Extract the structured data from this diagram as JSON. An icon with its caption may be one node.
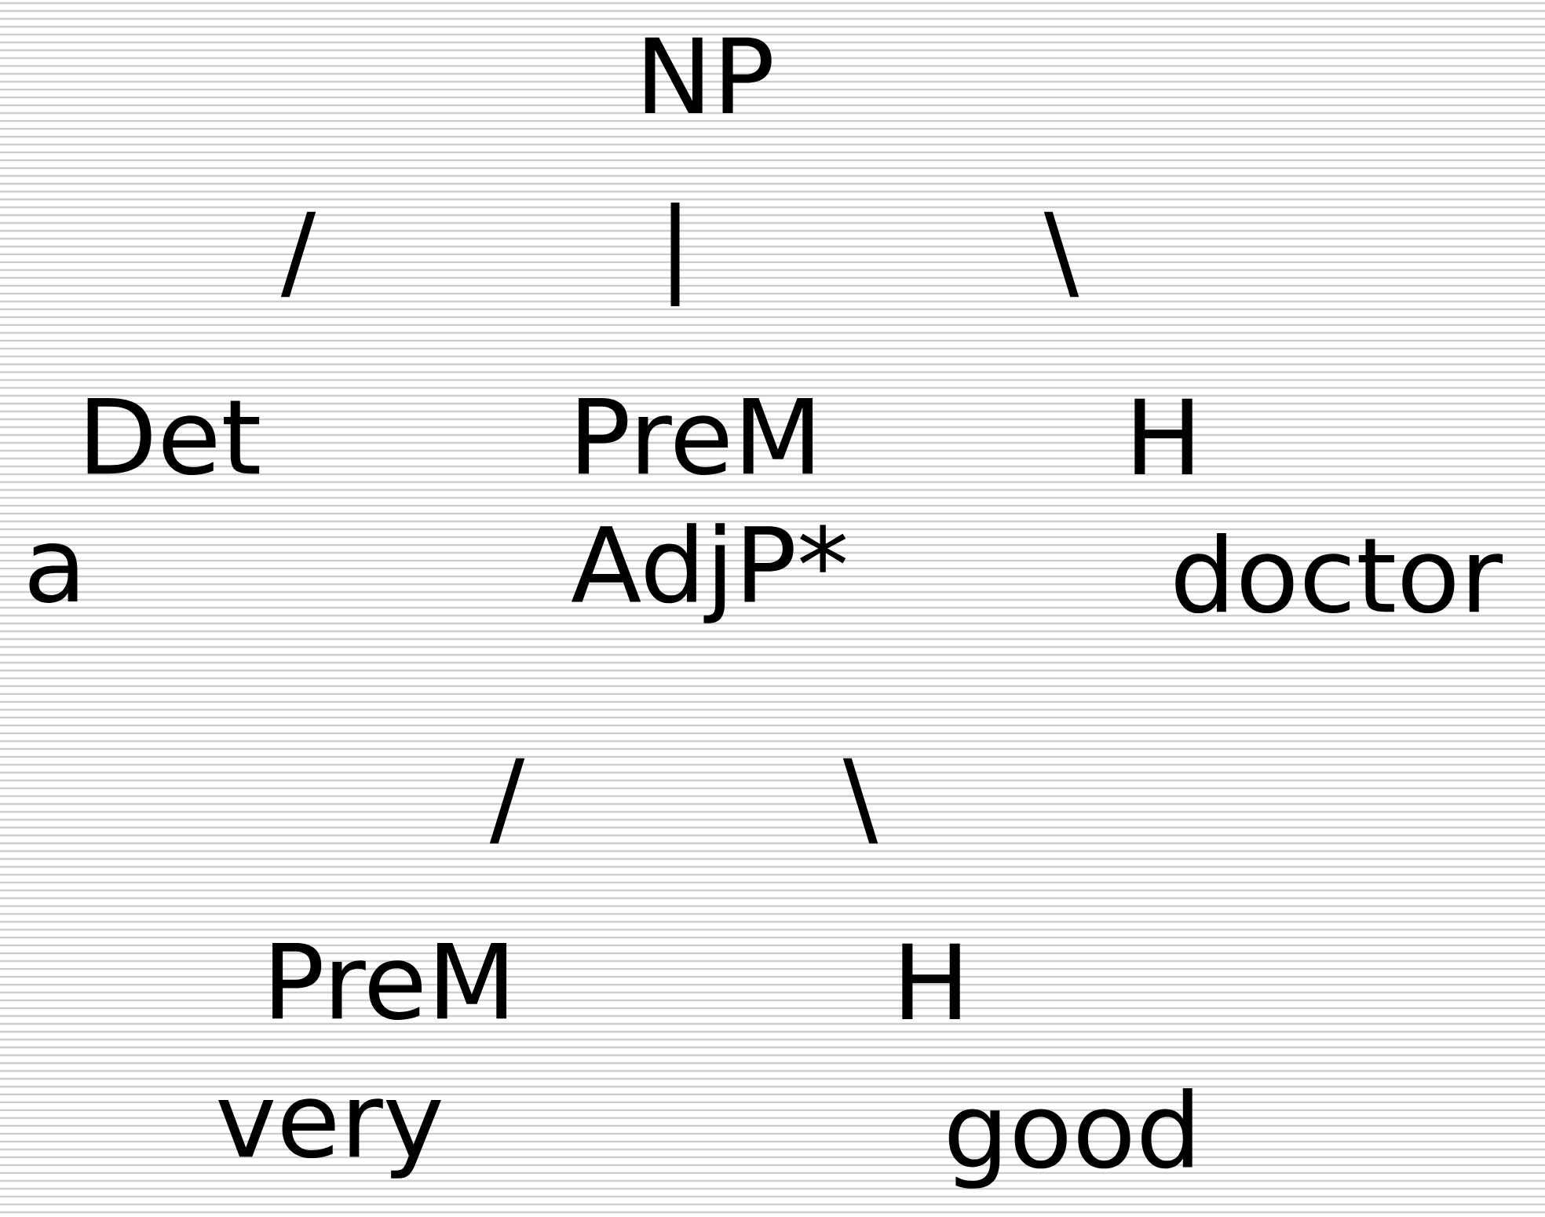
{
  "diagram": {
    "nodes": [
      {
        "text": [
          "NP"
        ]
      },
      {
        "text": [
          "Det"
        ]
      },
      {
        "text": [
          "PreM"
        ]
      },
      {
        "text": [
          "H"
        ]
      },
      {
        "text": [
          "AdjP*"
        ]
      },
      {
        "text": [
          "PreM"
        ]
      },
      {
        "text": [
          "H"
        ]
      }
    ],
    "labels": [
      "/",
      "|",
      "\\",
      "a",
      "doctor",
      "/",
      "\\",
      "very",
      "good"
    ]
  }
}
